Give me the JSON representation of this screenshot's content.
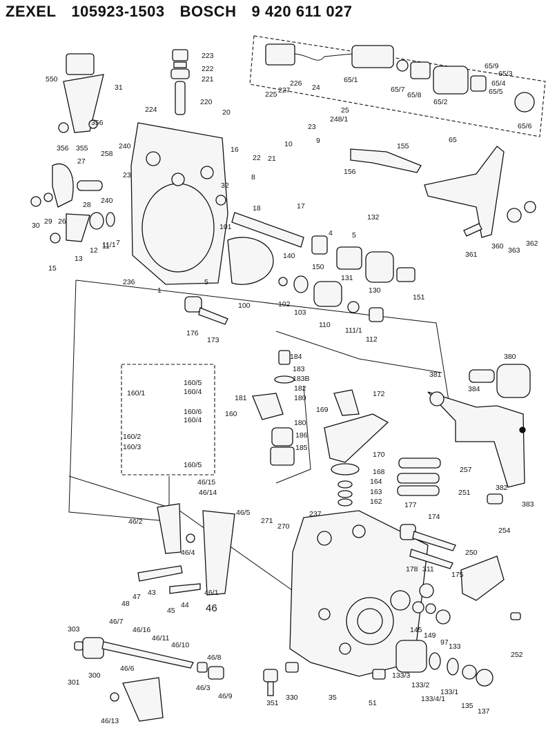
{
  "header": {
    "brand1": "ZEXEL",
    "number1": "105923-1503",
    "brand2": "BOSCH",
    "number2": "9 420 611 027"
  },
  "labels": [
    "223",
    "222",
    "221",
    "220",
    "224",
    "225",
    "227",
    "226",
    "24",
    "25",
    "248/1",
    "23",
    "65/1",
    "65/7",
    "65/8",
    "65/2",
    "65/9",
    "65/3",
    "65/4",
    "65/5",
    "65/6",
    "65",
    "550",
    "31",
    "356",
    "355",
    "356",
    "20",
    "16",
    "22",
    "21",
    "10",
    "9",
    "155",
    "156",
    "240",
    "258",
    "27",
    "28",
    "240",
    "23",
    "11",
    "7",
    "11/1",
    "12",
    "26",
    "13",
    "30",
    "29",
    "15",
    "32",
    "8",
    "18",
    "17",
    "4",
    "5",
    "132",
    "101",
    "140",
    "150",
    "131",
    "130",
    "151",
    "236",
    "1",
    "5",
    "100",
    "102",
    "103",
    "110",
    "111/1",
    "112",
    "176",
    "173",
    "360",
    "361",
    "363",
    "362",
    "184",
    "183",
    "183B",
    "182",
    "180",
    "181",
    "180",
    "186",
    "185",
    "172",
    "169",
    "170",
    "160/5",
    "160/4",
    "160/6",
    "160/4",
    "160/1",
    "160/2",
    "160/3",
    "160/5",
    "160",
    "381",
    "384",
    "380",
    "168",
    "257",
    "164",
    "163",
    "162",
    "251",
    "382",
    "383",
    "46/15",
    "46/14",
    "46/2",
    "46/5",
    "46/4",
    "46/1",
    "46",
    "271",
    "270",
    "237",
    "177",
    "174",
    "178",
    "311",
    "175",
    "250",
    "254",
    "48",
    "47",
    "43",
    "45",
    "44",
    "303",
    "46/7",
    "46/16",
    "46/11",
    "46/10",
    "46/8",
    "300",
    "301",
    "46/6",
    "46/3",
    "46/9",
    "46/13",
    "145",
    "149",
    "97",
    "133",
    "133/3",
    "133/2",
    "133/4/1",
    "133/1",
    "135",
    "137",
    "252",
    "351",
    "330",
    "35",
    "51"
  ]
}
